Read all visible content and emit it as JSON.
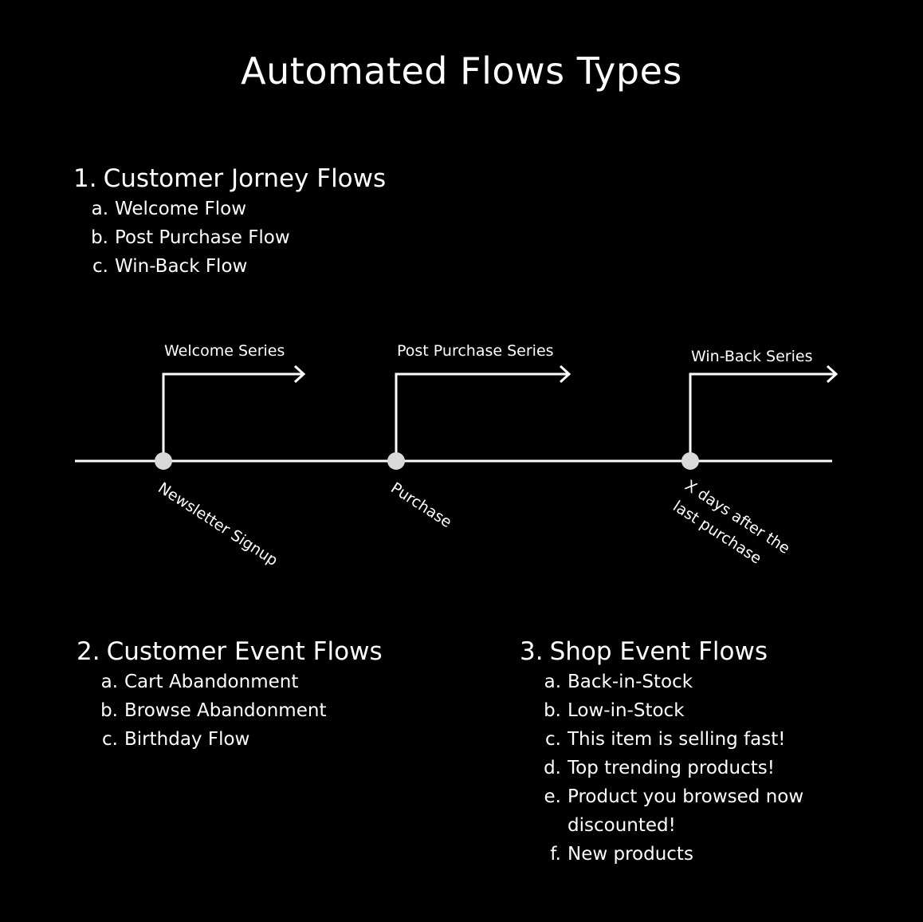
{
  "title": "Automated Flows Types",
  "section1": {
    "number": "1.",
    "heading": "Customer Jorney Flows",
    "items": [
      {
        "marker": "a.",
        "label": "Welcome Flow"
      },
      {
        "marker": "b.",
        "label": "Post Purchase Flow"
      },
      {
        "marker": "c.",
        "label": "Win-Back Flow"
      }
    ]
  },
  "timeline": {
    "events": [
      {
        "series": "Welcome Series",
        "trigger": "Newsletter Signup"
      },
      {
        "series": "Post Purchase Series",
        "trigger": "Purchase"
      },
      {
        "series": "Win-Back Series",
        "trigger_line1": "X days after the",
        "trigger_line2": "last purchase"
      }
    ]
  },
  "section2": {
    "number": "2.",
    "heading": "Customer Event Flows",
    "items": [
      {
        "marker": "a.",
        "label": "Cart Abandonment"
      },
      {
        "marker": "b.",
        "label": "Browse Abandonment"
      },
      {
        "marker": "c.",
        "label": "Birthday Flow"
      }
    ]
  },
  "section3": {
    "number": "3.",
    "heading": "Shop Event Flows",
    "items": [
      {
        "marker": "a.",
        "label": "Back-in-Stock"
      },
      {
        "marker": "b.",
        "label": "Low-in-Stock"
      },
      {
        "marker": "c.",
        "label": "This item is selling fast!"
      },
      {
        "marker": "d.",
        "label": "Top trending products!"
      },
      {
        "marker": "e.",
        "label": "Product you browsed now discounted!"
      },
      {
        "marker": "f.",
        "label": "New products"
      }
    ]
  },
  "colors": {
    "background": "#000000",
    "foreground": "#ffffff",
    "node": "#d9d9d9"
  }
}
